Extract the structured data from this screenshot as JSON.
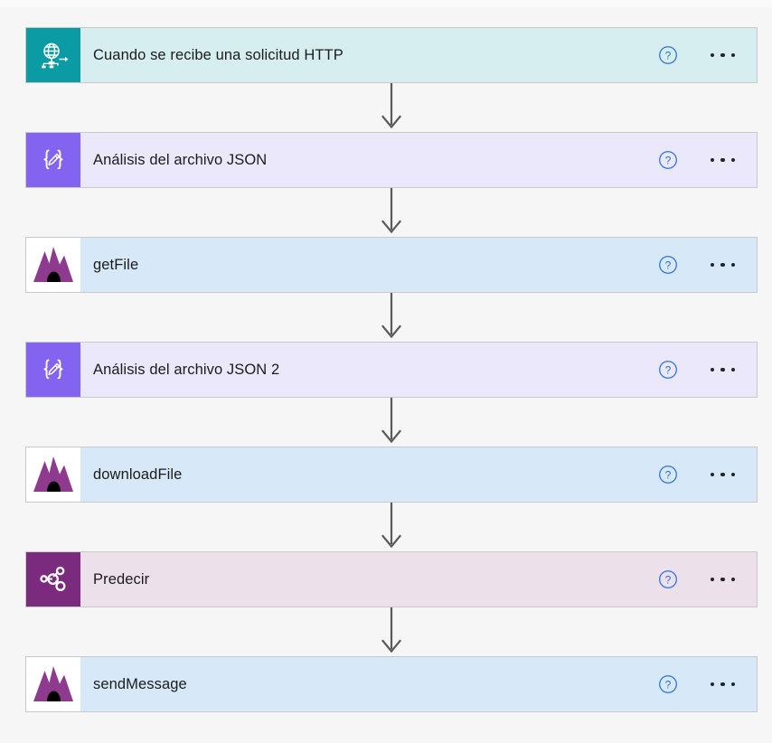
{
  "theme": {
    "canvas_bg": "#f6f6f6",
    "card_border": "#c8c8c8",
    "connector_color": "#5a5a5a",
    "help_icon_color": "#2b6fe3",
    "ellipsis_color": "#22252b",
    "title_color": "#1b1b1b"
  },
  "flow": {
    "steps": [
      {
        "id": "http-request-trigger",
        "title": "Cuando se recibe una solicitud HTTP",
        "icon": "http-request-icon",
        "icon_bg": "#0b9ba4",
        "card_bg": "#d7eef0",
        "help_label": "?",
        "menu_label": "•••"
      },
      {
        "id": "parse-json",
        "title": "Análisis del archivo JSON",
        "icon": "parse-json-icon",
        "icon_bg": "#8264f0",
        "card_bg": "#ece8fb",
        "help_label": "?",
        "menu_label": "•••"
      },
      {
        "id": "get-file",
        "title": "getFile",
        "icon": "azure-function-icon",
        "icon_bg": "#ffffff",
        "card_bg": "#d7e9f9",
        "help_label": "?",
        "menu_label": "•••"
      },
      {
        "id": "parse-json-2",
        "title": "Análisis del archivo JSON 2",
        "icon": "parse-json-icon",
        "icon_bg": "#8264f0",
        "card_bg": "#ece8fb",
        "help_label": "?",
        "menu_label": "•••"
      },
      {
        "id": "download-file",
        "title": "downloadFile",
        "icon": "azure-function-icon",
        "icon_bg": "#ffffff",
        "card_bg": "#d7e9f9",
        "help_label": "?",
        "menu_label": "•••"
      },
      {
        "id": "predecir",
        "title": "Predecir",
        "icon": "machine-learning-icon",
        "icon_bg": "#7b2b7e",
        "card_bg": "#ece0eb",
        "help_label": "?",
        "menu_label": "•••"
      },
      {
        "id": "send-message",
        "title": "sendMessage",
        "icon": "azure-function-icon",
        "icon_bg": "#ffffff",
        "card_bg": "#d7e9f9",
        "help_label": "?",
        "menu_label": "•••"
      }
    ],
    "connector_count": 6
  }
}
